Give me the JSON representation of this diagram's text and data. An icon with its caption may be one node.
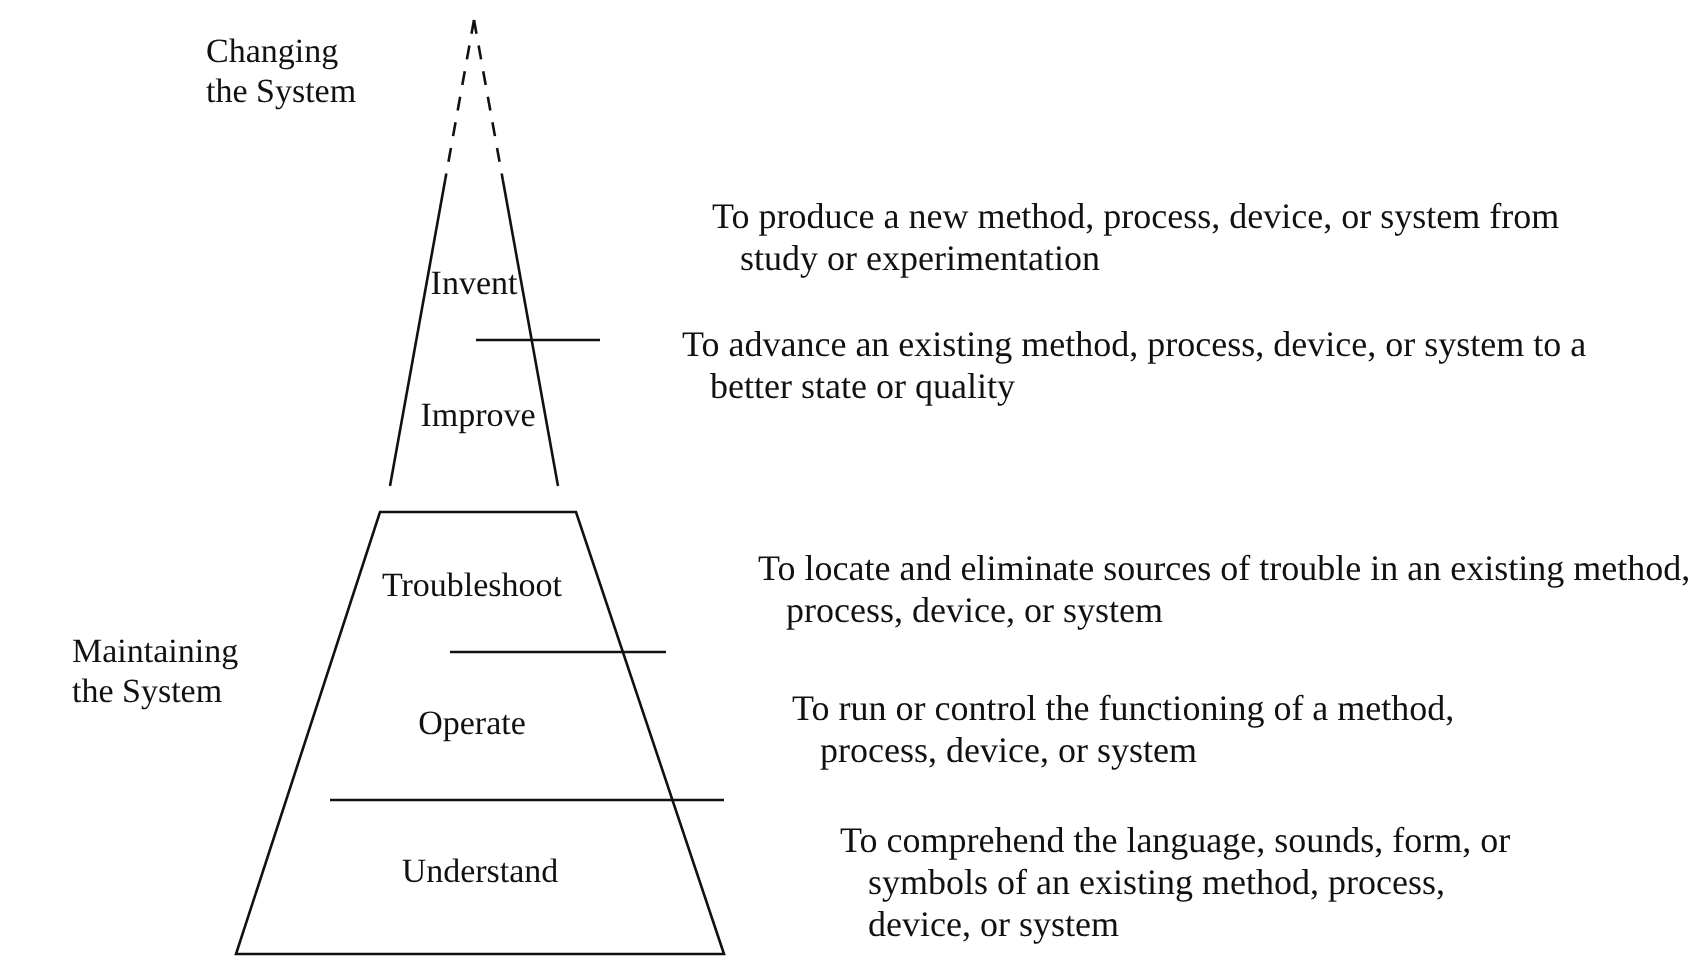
{
  "diagram": {
    "nodes": [
      {
        "text": [
          "Changing the System"
        ]
      },
      {
        "text": [
          "Invent"
        ],
        "in": 0
      },
      {
        "text": [
          "Improve"
        ],
        "in": 0
      },
      {
        "text": [
          "Maintaining the System"
        ]
      },
      {
        "text": [
          "Troubleshoot"
        ],
        "in": 3
      },
      {
        "text": [
          "Operate"
        ],
        "in": 3
      },
      {
        "text": [
          "Understand"
        ],
        "in": 3
      }
    ],
    "labels": [
      "To produce a new method, process, device, or system from study or experimentation",
      "To advance an existing method, process, device, or system to a better state or quality",
      "To locate and eliminate sources of trouble in an existing method, process, device, or system",
      "To run or control the functioning of a method, process, device, or system",
      "To comprehend the language, sounds, form, or symbols of an existing method, process, device, or system"
    ]
  }
}
